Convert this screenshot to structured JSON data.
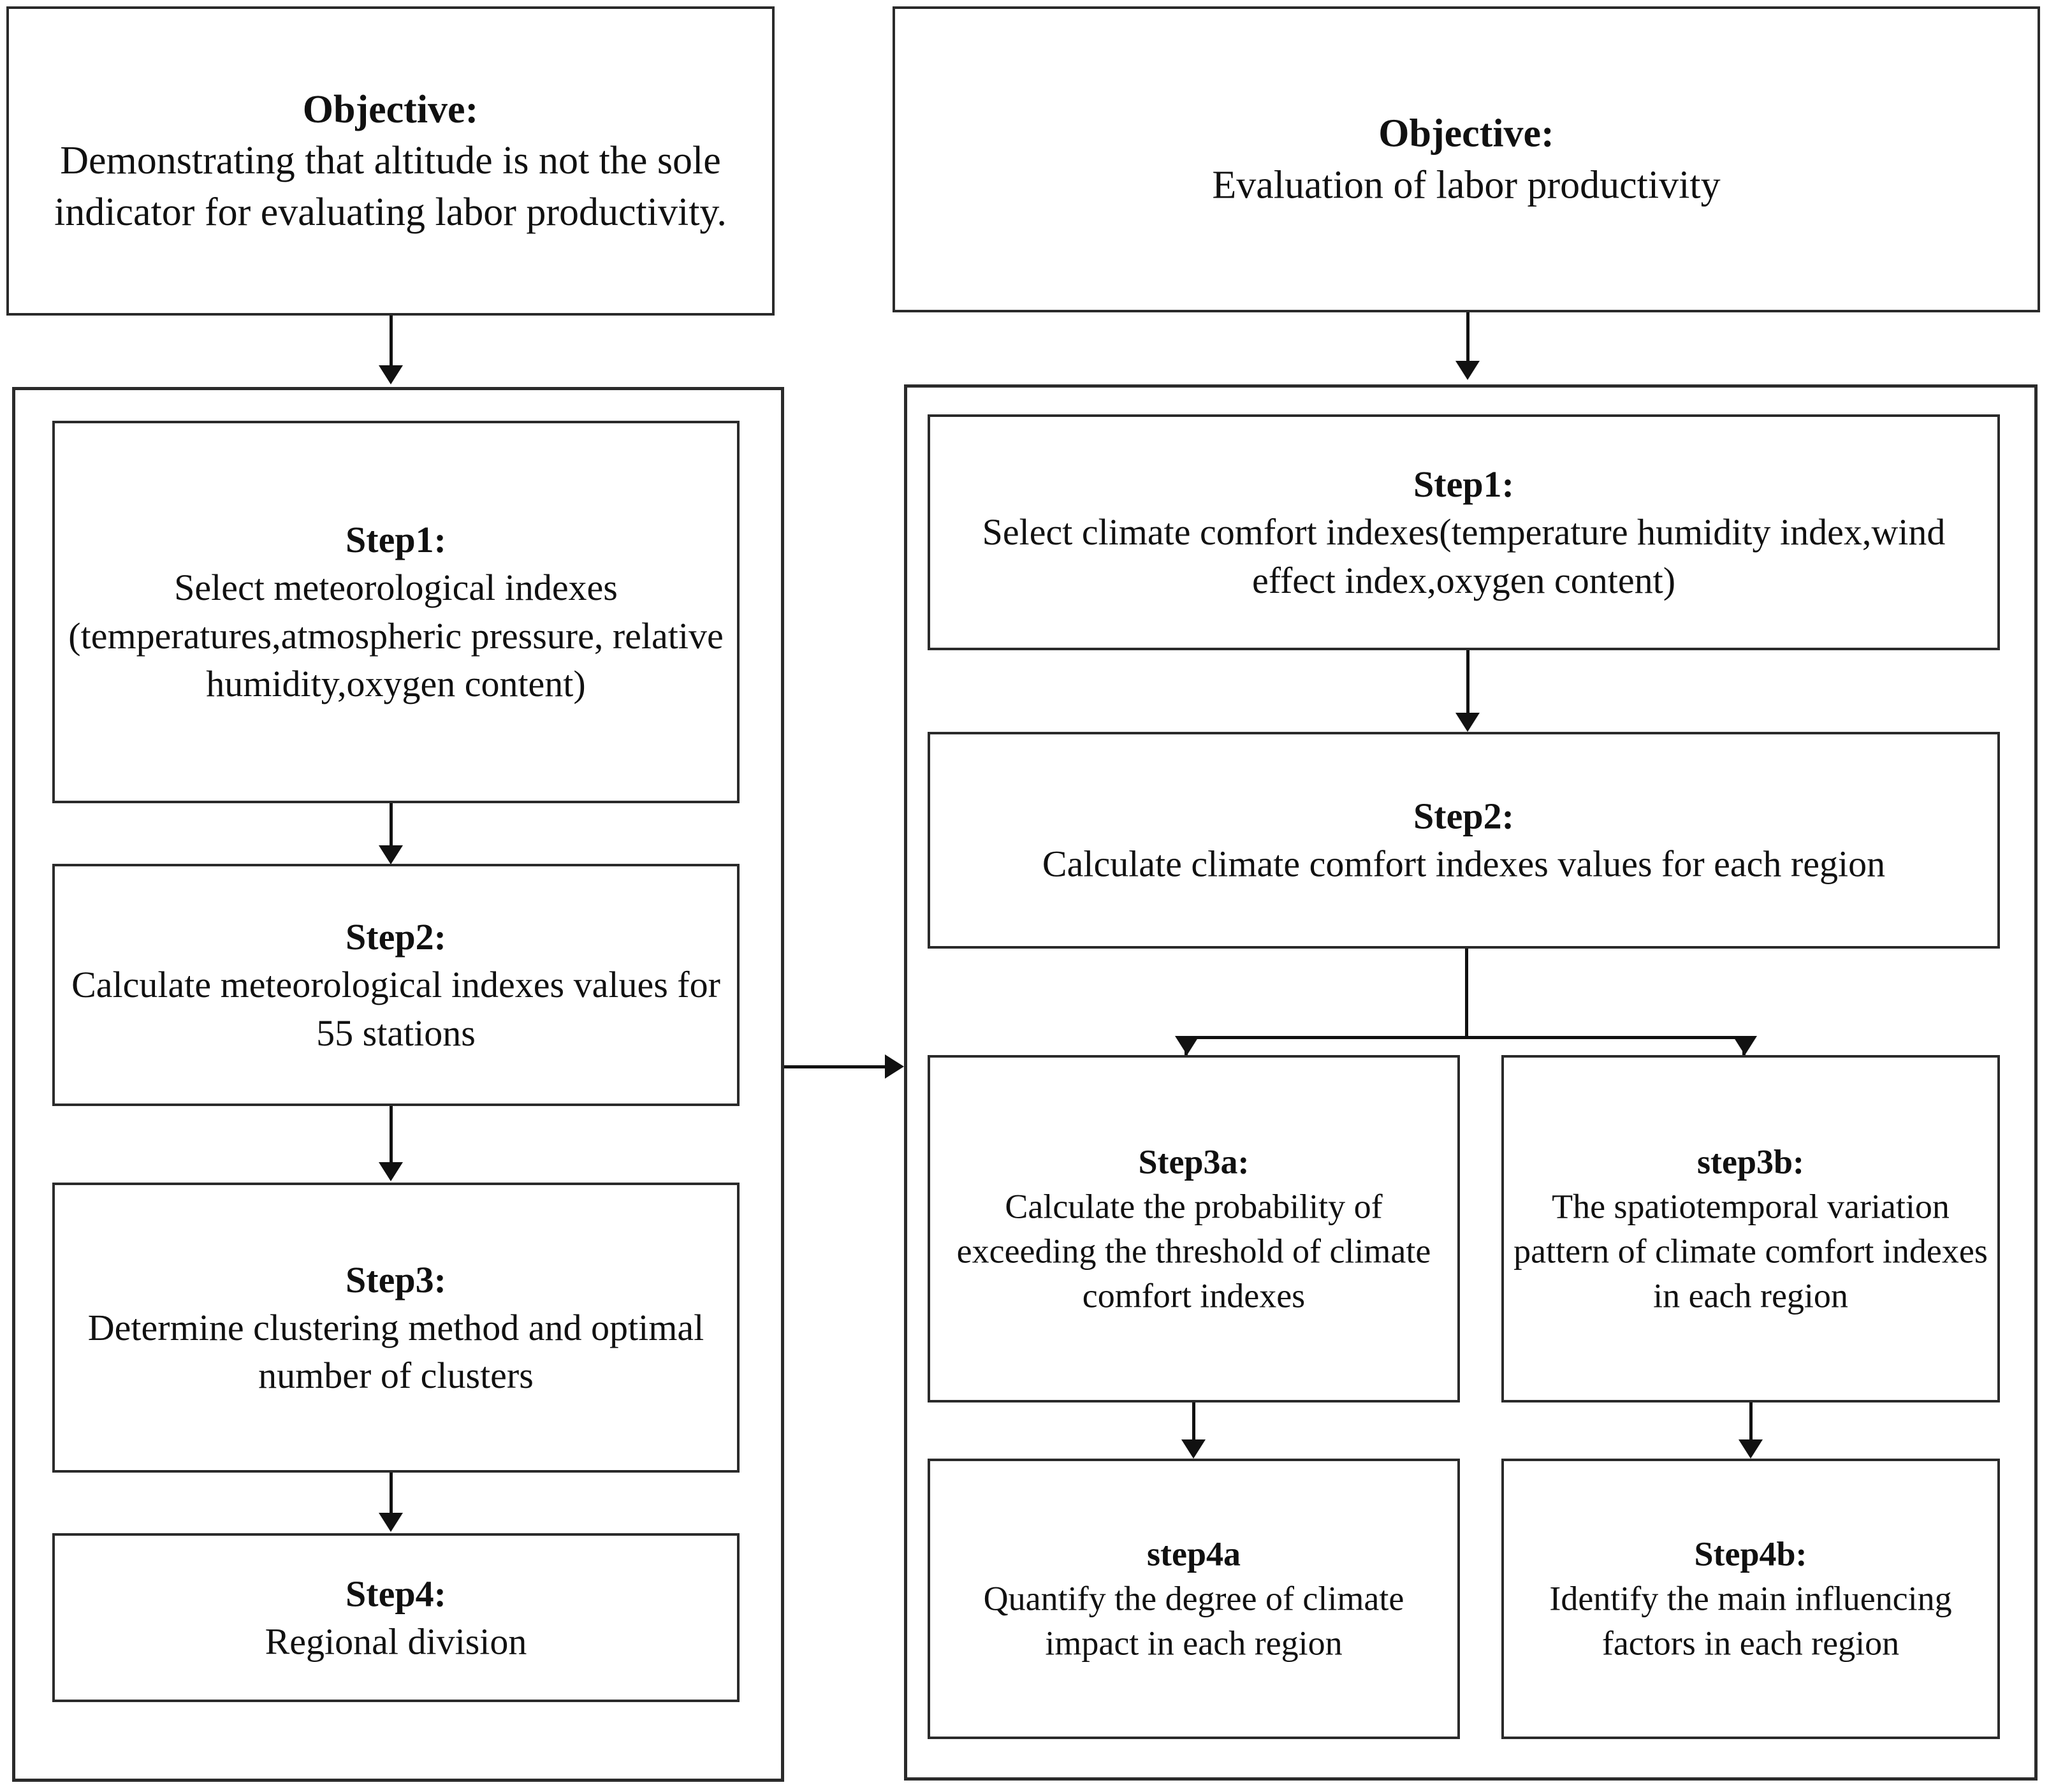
{
  "left_column": {
    "objective": {
      "title": "Objective:",
      "body": "Demonstrating that altitude is not the sole indicator for evaluating labor productivity."
    },
    "steps": [
      {
        "id": "step1",
        "title": "Step1:",
        "body": "Select meteorological indexes (temperatures,atmospheric pressure, relative humidity,oxygen content)"
      },
      {
        "id": "step2",
        "title": "Step2:",
        "body": "Calculate meteorological indexes values for 55 stations"
      },
      {
        "id": "step3",
        "title": "Step3:",
        "body": "Determine clustering method and optimal number of clusters"
      },
      {
        "id": "step4",
        "title": "Step4:",
        "body": "Regional division"
      }
    ]
  },
  "right_column": {
    "objective": {
      "title": "Objective:",
      "body": "Evaluation of labor productivity"
    },
    "steps": [
      {
        "id": "step1",
        "title": "Step1:",
        "body": "Select climate comfort indexes(temperature humidity index,wind effect index,oxygen content)"
      },
      {
        "id": "step2",
        "title": "Step2:",
        "body": "Calculate climate comfort indexes values for each region"
      },
      {
        "id": "step3a",
        "title": "Step3a:",
        "body": "Calculate the probability of exceeding the threshold of climate comfort indexes"
      },
      {
        "id": "step3b",
        "title": "step3b:",
        "body": "The spatiotemporal variation pattern of climate comfort indexes in each region"
      },
      {
        "id": "step4a",
        "title": "step4a",
        "body": "Quantify the degree of climate impact in each region"
      },
      {
        "id": "step4b",
        "title": "Step4b:",
        "body": "Identify the main influencing factors in each region"
      }
    ]
  },
  "colors": {
    "stroke": "#2b2b2b",
    "arrow": "#111111",
    "background": "#ffffff"
  }
}
